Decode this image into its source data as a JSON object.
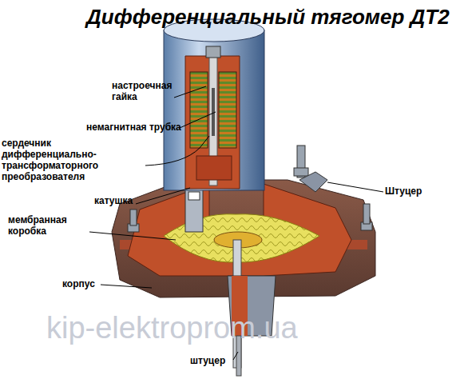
{
  "diagram": {
    "title": "Дифференциальный тягомер ДТ2",
    "labels": [
      "настроечная гайка",
      "немагнитная трубка",
      "сердечник дифференциально-трансформаторного преобразователя",
      "катушка",
      "Штуцер",
      "мембранная коробка",
      "корпус",
      "kip-elektroprom.ua",
      "штуцер"
    ]
  }
}
